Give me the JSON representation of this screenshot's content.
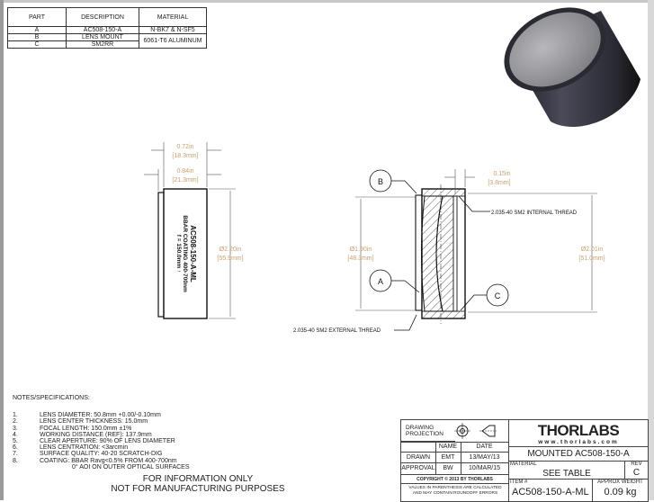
{
  "parts_table": {
    "headers": [
      "PART",
      "DESCRIPTION",
      "MATERIAL"
    ],
    "rows": [
      {
        "part": "A",
        "description": "AC508-150-A",
        "material": "N-BK7 & N-SF5"
      },
      {
        "part": "B",
        "description": "LENS MOUNT",
        "material": "6061-T6 ALUMINUM"
      },
      {
        "part": "C",
        "description": "SM2RR",
        "material": "6061-T6 ALUMINUM"
      }
    ]
  },
  "side_view": {
    "dim_width_1": {
      "in": "0.72in",
      "mm": "[18.3mm]"
    },
    "dim_width_2": {
      "in": "0.84in",
      "mm": "[21.3mm]"
    },
    "dim_diameter": {
      "in": "Ø2.20in",
      "mm": "[55.9mm]"
    },
    "engraving": [
      "AC508-150-A-ML",
      "BBAR COATING 400-700nm",
      "f = 150.0mm ↑"
    ]
  },
  "section_view": {
    "dim_thickness": {
      "in": "0.15in",
      "mm": "[3.8mm]"
    },
    "dim_inner": {
      "in": "Ø1.90in",
      "mm": "[48.3mm]"
    },
    "dim_outer": {
      "in": "Ø2.01in",
      "mm": "[51.0mm]"
    },
    "internal_thread": "2.035-40 SM2 INTERNAL THREAD",
    "external_thread": "2.035-40 SM2 EXTERNAL THREAD",
    "balloons": [
      "A",
      "B",
      "C"
    ]
  },
  "notes": {
    "title": "NOTES/SPECIFICATIONS:",
    "items": [
      {
        "n": "1.",
        "t": "LENS DIAMETER: 50.8mm +0.00/-0.10mm"
      },
      {
        "n": "2.",
        "t": "LENS CENTER THICKNESS: 15.0mm"
      },
      {
        "n": "3.",
        "t": "FOCAL LENGTH: 150.0mm ±1%"
      },
      {
        "n": "4.",
        "t": "WORKING DISTANCE (REF): 137.9mm"
      },
      {
        "n": "5.",
        "t": "CLEAR APERTURE: 90% OF LENS DIAMETER"
      },
      {
        "n": "6.",
        "t": "LENS CENTRATION: <3arcmin"
      },
      {
        "n": "7.",
        "t": "SURFACE QUALITY: 40-20 SCRATCH-DIG"
      },
      {
        "n": "8.",
        "t": "COATING: BBAR Ravg<0.5% FROM  400-700nm"
      }
    ],
    "continuation": "0° AOI ON OUTER OPTICAL SURFACES",
    "disclaimer_1": "FOR INFORMATION ONLY",
    "disclaimer_2": "NOT FOR MANUFACTURING PURPOSES"
  },
  "title_block": {
    "drawing_projection": "DRAWING PROJECTION",
    "name_header": "NAME",
    "date_header": "DATE",
    "drawn_label": "DRAWN",
    "drawn_name": "EMT",
    "drawn_date": "13/MAY/13",
    "approval_label": "APPROVAL",
    "approval_name": "BW",
    "approval_date": "10/MAR/15",
    "copyright": "COPYRIGHT © 2013 BY THORLABS",
    "values_note": "VALUES IN PARENTHESIS ARE CALCULATED AND MAY CONTAIN ROUNDOFF ERRORS",
    "logo_text": "THORLABS",
    "website": "www.thorlabs.com",
    "title": "MOUNTED AC508-150-A",
    "material_label": "MATERIAL",
    "material_value": "SEE TABLE",
    "rev_label": "REV",
    "rev_value": "C",
    "item_label": "ITEM #",
    "item_value": "AC508-150-A-ML",
    "weight_label": "APPROX WEIGHT",
    "weight_value": "0.09 kg"
  },
  "colors": {
    "dimension": "#c8a070",
    "line": "#111111"
  }
}
